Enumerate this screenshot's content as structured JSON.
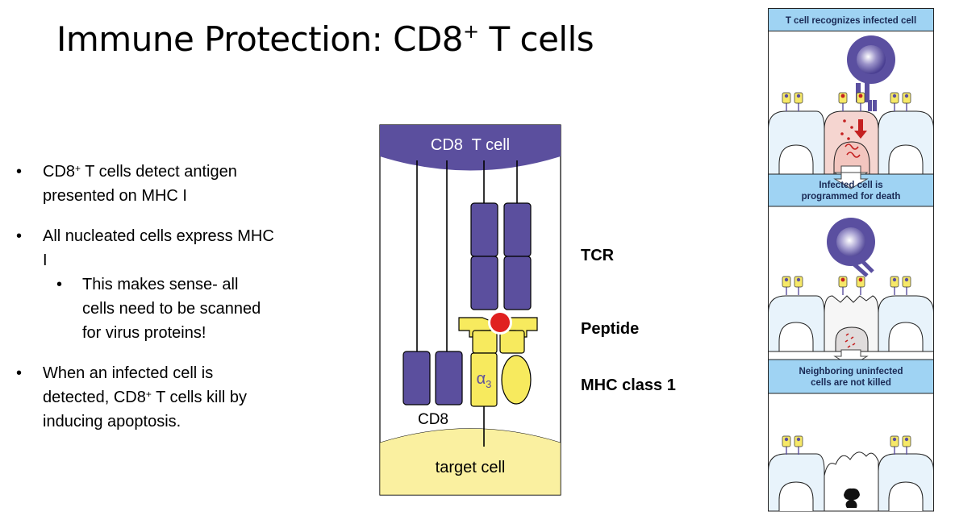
{
  "slide": {
    "title": {
      "prefix": "Immune Protection: CD8",
      "sup": "+",
      "suffix": " T cells"
    },
    "bullets": [
      {
        "pre": "CD8",
        "sup": "+",
        "post": " T cells detect antigen presented on MHC I"
      },
      {
        "text": "All nucleated cells express MHC I"
      },
      {
        "text": "This makes sense- all cells need to be scanned for virus proteins!"
      },
      {
        "pre": "When an infected cell is detected, CD8",
        "sup": "+",
        "post": " T cells kill by inducing apoptosis."
      }
    ],
    "labels": {
      "tcr": "TCR",
      "peptide": "Peptide",
      "mhc": "MHC class 1"
    }
  },
  "diagram": {
    "t_cell_label": "CD8  T cell",
    "cd8_label": "CD8",
    "alpha3_symbol": "α",
    "alpha3_sub": "3",
    "target_label": "target cell",
    "colors": {
      "t_cell": "#5b4f9e",
      "mhc": "#f7ea5e",
      "target": "#faf0a0",
      "peptide": "#e02020"
    }
  },
  "panels": [
    {
      "caption": "T cell recognizes infected cell"
    },
    {
      "caption_lines": [
        "Infected cell is",
        "programmed for death"
      ]
    },
    {
      "caption_lines": [
        "Neighboring uninfected",
        "cells are not killed"
      ]
    }
  ],
  "panel_colors": {
    "caption_bg": "#9fd3f3",
    "cell": "#e8f3fb",
    "infected": "#f5d5d0",
    "t_cell": "#5a4fa0"
  }
}
